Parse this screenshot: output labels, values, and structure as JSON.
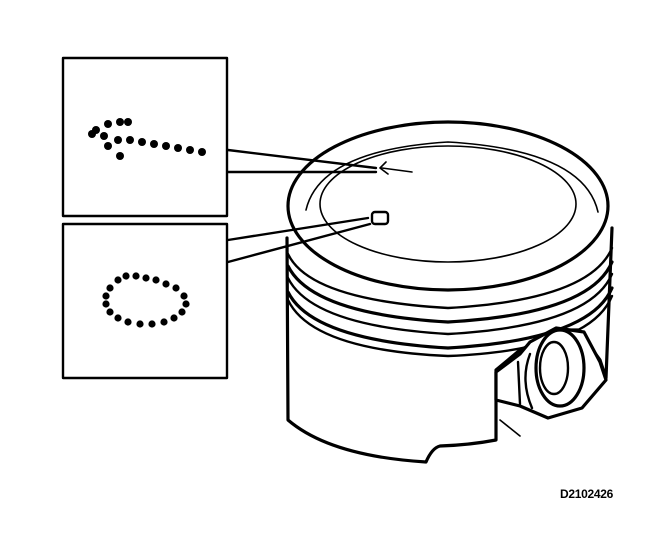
{
  "figure": {
    "code": "D2102426",
    "callouts": [
      {
        "id": "front-mark",
        "symbol": "arrow-dots-icon",
        "points_to": "arrow-mark-on-crown"
      },
      {
        "id": "cylinder-mark",
        "symbol": "rounded-square-dots-icon",
        "points_to": "square-mark-on-crown"
      }
    ],
    "colors": {
      "ink": "#000000",
      "paper": "#ffffff"
    }
  }
}
